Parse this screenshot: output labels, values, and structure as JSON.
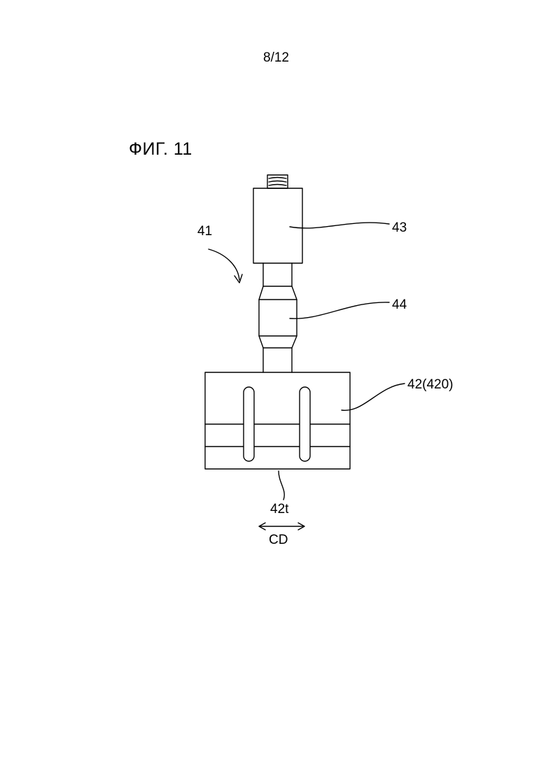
{
  "page": {
    "page_number": "8/12",
    "figure_title": "ФИГ. 11"
  },
  "labels": {
    "assembly": "41",
    "converter": "43",
    "booster": "44",
    "horn": "42(420)",
    "horn_tip": "42t",
    "direction": "CD"
  },
  "colors": {
    "line": "#000000",
    "background": "#ffffff"
  }
}
